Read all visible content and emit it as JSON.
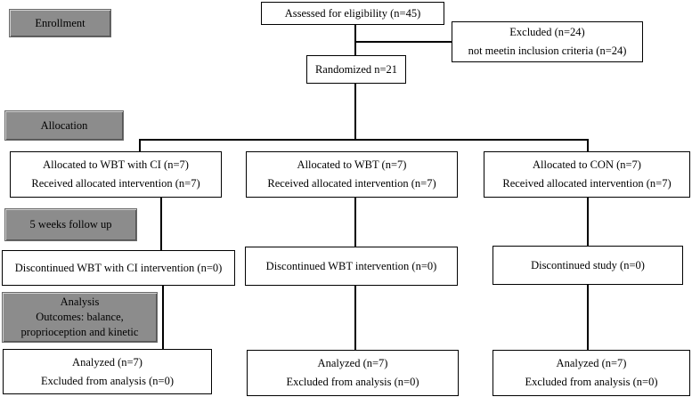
{
  "stages": {
    "enrollment": "Enrollment",
    "allocation": "Allocation",
    "follow_up": "5  weeks follow up",
    "analysis": {
      "title": "Analysis",
      "line1": "Outcomes: balance,",
      "line2": "proprioception and kinetic"
    }
  },
  "enrollment": {
    "assessed": "Assessed for eligibility (n=45)",
    "excluded_title": "Excluded (n=24)",
    "excluded_reason": "not meetin inclusion criteria (n=24)",
    "randomized": "Randomized n=21"
  },
  "groups": [
    {
      "allocated": "Allocated to WBT with CI (n=7)",
      "received": "Received allocated intervention (n=7)",
      "discontinued": "Discontinued WBT with CI intervention (n=0)",
      "analyzed": "Analyzed (n=7)",
      "excluded": "Excluded from analysis (n=0)"
    },
    {
      "allocated": "Allocated to WBT (n=7)",
      "received": "Received allocated intervention (n=7)",
      "discontinued": "Discontinued WBT intervention (n=0)",
      "analyzed": "Analyzed (n=7)",
      "excluded": "Excluded from analysis (n=0)"
    },
    {
      "allocated": "Allocated to CON (n=7)",
      "received": "Received allocated intervention (n=7)",
      "discontinued": "Discontinued study (n=0)",
      "analyzed": "Analyzed (n=7)",
      "excluded": "Excluded from analysis (n=0)"
    }
  ]
}
